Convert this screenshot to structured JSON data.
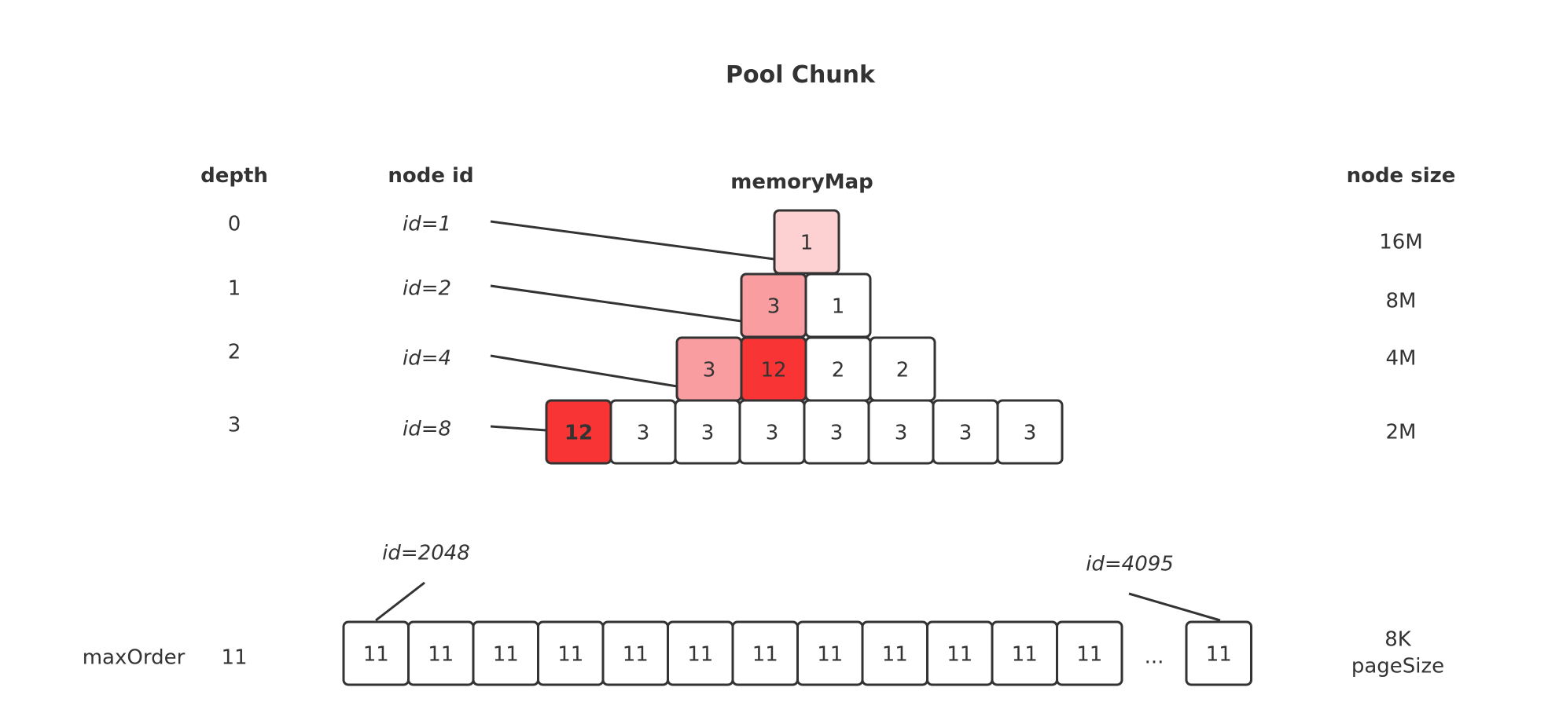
{
  "title": "Pool Chunk",
  "headers": {
    "depth": "depth",
    "node_id": "node id",
    "memory_map": "memoryMap",
    "node_size": "node size"
  },
  "rows": [
    {
      "depth": "0",
      "id": "id=1",
      "size": "16M",
      "cells": [
        {
          "v": "1",
          "fill": "#fdd0d2"
        }
      ]
    },
    {
      "depth": "1",
      "id": "id=2",
      "size": "8M",
      "cells": [
        {
          "v": "3",
          "fill": "#fa9da0"
        },
        {
          "v": "1",
          "fill": "#ffffff"
        }
      ]
    },
    {
      "depth": "2",
      "id": "id=4",
      "size": "4M",
      "cells": [
        {
          "v": "3",
          "fill": "#fa9da0"
        },
        {
          "v": "12",
          "fill": "#f93434"
        },
        {
          "v": "2",
          "fill": "#ffffff"
        },
        {
          "v": "2",
          "fill": "#ffffff"
        }
      ]
    },
    {
      "depth": "3",
      "id": "id=8",
      "size": "2M",
      "cells": [
        {
          "v": "12",
          "fill": "#f93434",
          "bold": true
        },
        {
          "v": "3",
          "fill": "#ffffff"
        },
        {
          "v": "3",
          "fill": "#ffffff"
        },
        {
          "v": "3",
          "fill": "#ffffff"
        },
        {
          "v": "3",
          "fill": "#ffffff"
        },
        {
          "v": "3",
          "fill": "#ffffff"
        },
        {
          "v": "3",
          "fill": "#ffffff"
        },
        {
          "v": "3",
          "fill": "#ffffff"
        }
      ]
    }
  ],
  "leaf_row": {
    "label": "maxOrder",
    "depth": "11",
    "first_id": "id=2048",
    "last_id": "id=4095",
    "cells": [
      "11",
      "11",
      "11",
      "11",
      "11",
      "11",
      "11",
      "11",
      "11",
      "11",
      "11",
      "11"
    ],
    "ellipsis": "...",
    "last_cell": "11",
    "size": "8K",
    "size_label": "pageSize"
  },
  "colors": {
    "stroke": "#333333",
    "light": "#fdd0d2",
    "medium": "#fa9da0",
    "strong": "#f93434"
  }
}
